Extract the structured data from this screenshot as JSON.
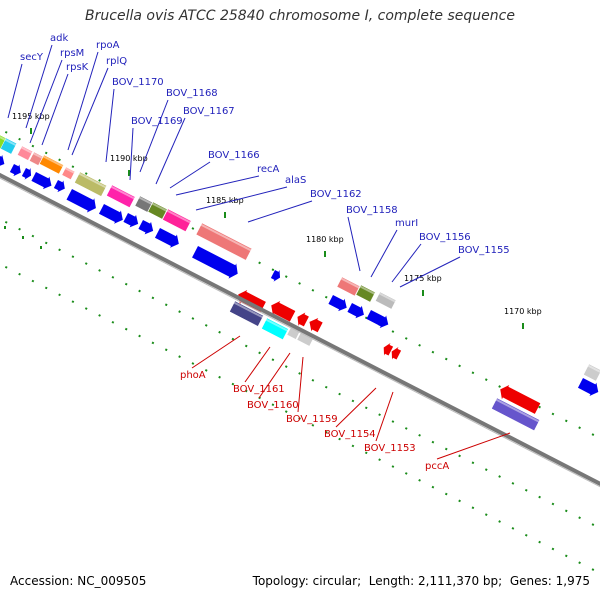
{
  "title": "Brucella ovis ATCC 25840 chromosome I, complete sequence",
  "footer": {
    "accession_label": "Accession:",
    "accession": "NC_009505",
    "topology_label": "Topology:",
    "topology": "circular",
    "length_label": "Length:",
    "length": "2,111,370 bp",
    "genes_label": "Genes:",
    "genes": "1,975"
  },
  "colors": {
    "forward_label": "#2222bb",
    "reverse_label": "#cc0000",
    "backbone": "#777777",
    "tick": "#1a8c1a",
    "cds_forward": "#0000ee",
    "cds_reverse": "#ee0000"
  },
  "scale_ticks": [
    {
      "label": "1195 kbp"
    },
    {
      "label": "1190 kbp"
    },
    {
      "label": "1185 kbp"
    },
    {
      "label": "1180 kbp"
    },
    {
      "label": "1175 kbp"
    },
    {
      "label": "1170 kbp"
    }
  ],
  "forward_labels": [
    "secY",
    "adk",
    "rpsM",
    "rpsK",
    "rpoA",
    "rplQ",
    "BOV_1170",
    "BOV_1168",
    "BOV_1169",
    "BOV_1167",
    "BOV_1166",
    "recA",
    "alaS",
    "BOV_1162",
    "BOV_1158",
    "murI",
    "BOV_1156",
    "BOV_1155"
  ],
  "reverse_labels": [
    "phoA",
    "BOV_1161",
    "BOV_1160",
    "BOV_1159",
    "BOV_1154",
    "BOV_1153",
    "pccA"
  ]
}
